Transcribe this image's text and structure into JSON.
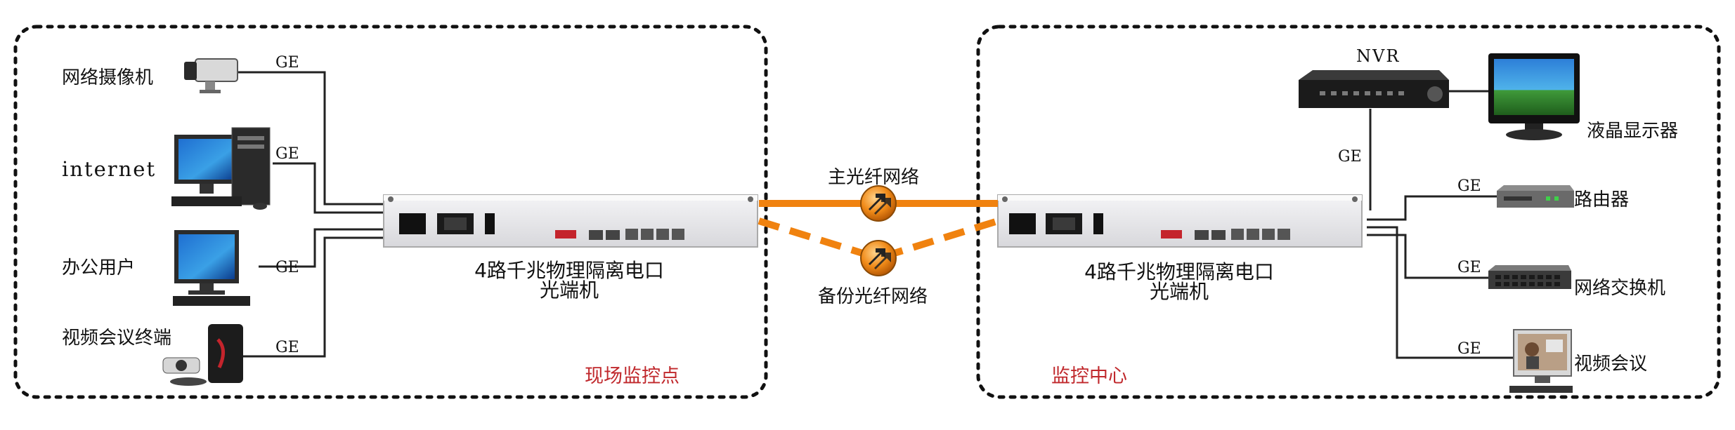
{
  "left_zone": {
    "label": "现场监控点",
    "devices": [
      {
        "id": "ipcam",
        "label": "网络摄像机",
        "link": "GE",
        "icon": "ip-camera-icon"
      },
      {
        "id": "internet",
        "label": "internet",
        "link": "GE",
        "icon": "desktop-computer-icon"
      },
      {
        "id": "office",
        "label": "办公用户",
        "link": "GE",
        "icon": "monitor-keyboard-icon"
      },
      {
        "id": "vconf",
        "label": "视频会议终端",
        "link": "GE",
        "icon": "video-conference-terminal-icon"
      }
    ],
    "transceiver_caption": [
      "4路千兆物理隔离电口",
      "光端机"
    ]
  },
  "right_zone": {
    "label": "监控中心",
    "devices": [
      {
        "id": "nvr",
        "label": "NVR",
        "link": "GE",
        "icon": "nvr-recorder-icon"
      },
      {
        "id": "lcd",
        "label": "液晶显示器",
        "icon": "lcd-monitor-icon"
      },
      {
        "id": "router",
        "label": "路由器",
        "link": "GE",
        "icon": "router-icon"
      },
      {
        "id": "switch",
        "label": "网络交换机",
        "link": "GE",
        "icon": "network-switch-icon"
      },
      {
        "id": "vconf2",
        "label": "视频会议",
        "link": "GE",
        "icon": "video-conference-pc-icon"
      }
    ],
    "transceiver_caption": [
      "4路千兆物理隔离电口",
      "光端机"
    ]
  },
  "fiber": {
    "primary_label": "主光纤网络",
    "backup_label": "备份光纤网络",
    "color": "#f0820f"
  },
  "colors": {
    "zone_label": "#c0282c",
    "border": "#111111",
    "device_body": "#e8e8ea"
  }
}
